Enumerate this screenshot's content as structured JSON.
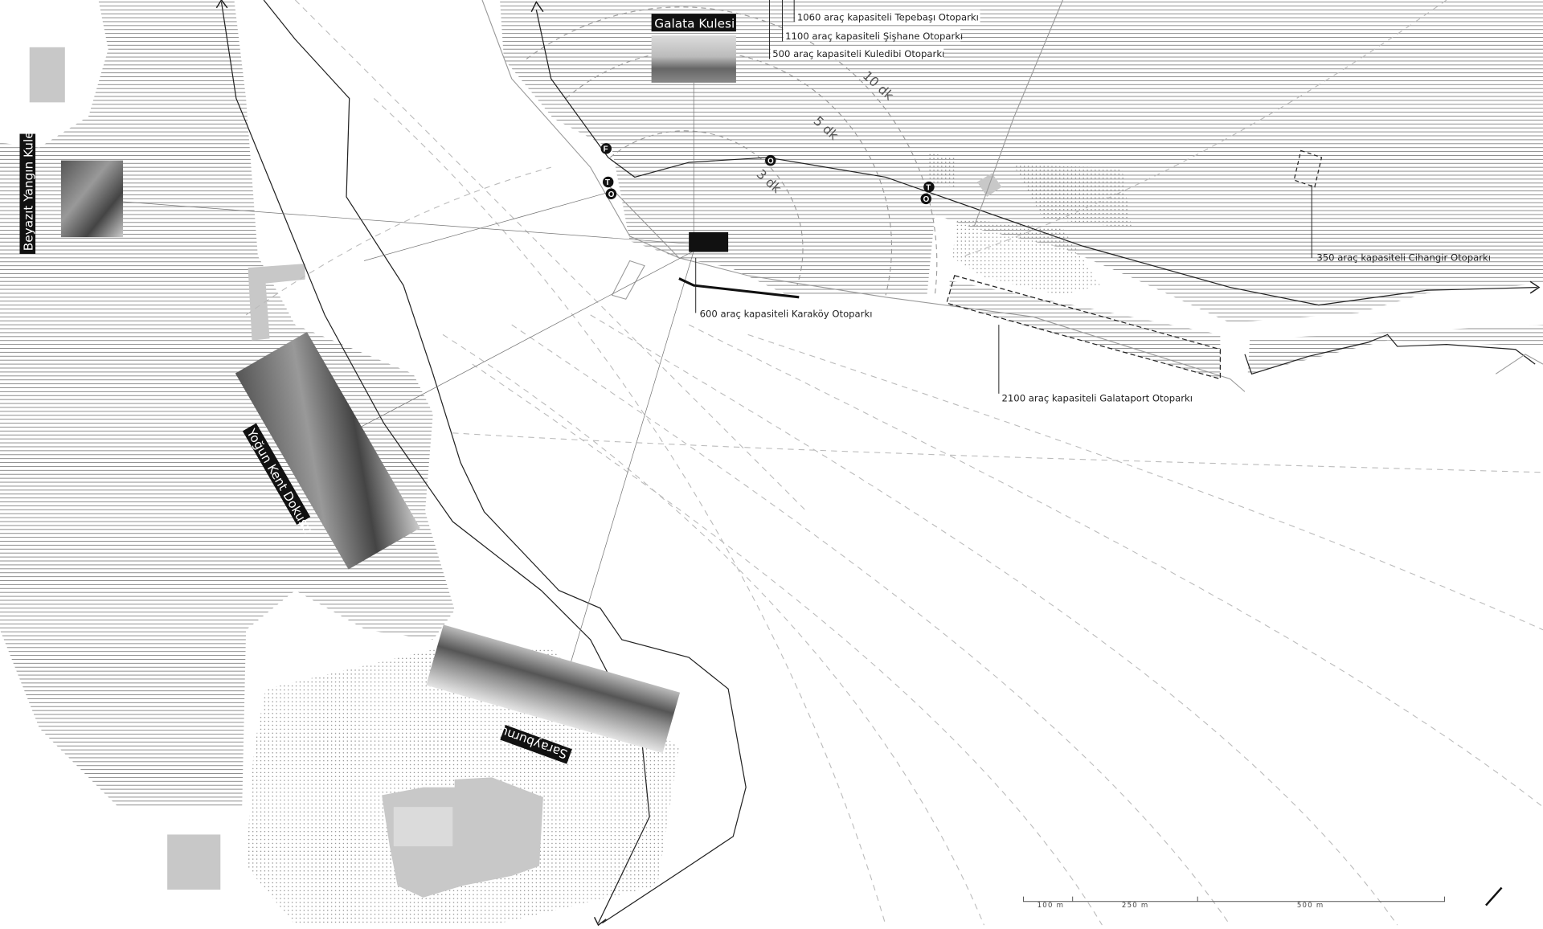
{
  "landmarks": {
    "galata": "Galata Kulesi",
    "beyazit": "Beyazıt Yangın Kulesi",
    "yogun": "Yoğun Kent Dokusu",
    "sarayburnu": "Sarayburnu"
  },
  "parking": {
    "tepebasi": "1060 araç kapasiteli Tepebaşı Otoparkı",
    "sishane": "1100 araç kapasiteli Şişhane Otoparkı",
    "kuledibi": "500 araç kapasiteli Kuledibi Otoparkı",
    "cihangir": "350 araç kapasiteli Cihangir Otoparkı",
    "karakoy": "600 araç kapasiteli Karaköy Otoparkı",
    "galataport": "2100 araç kapasiteli Galataport Otoparkı"
  },
  "walk_times": [
    "10 dk",
    "5 dk",
    "3 dk"
  ],
  "markers": {
    "f": "F",
    "t": "T",
    "o": "O"
  },
  "scale_bar": [
    "100 m",
    "250 m",
    "500 m"
  ],
  "icons": [
    "north-arrow-icon",
    "photo-galata",
    "photo-beyazit",
    "photo-yogun",
    "photo-sarayburnu"
  ]
}
